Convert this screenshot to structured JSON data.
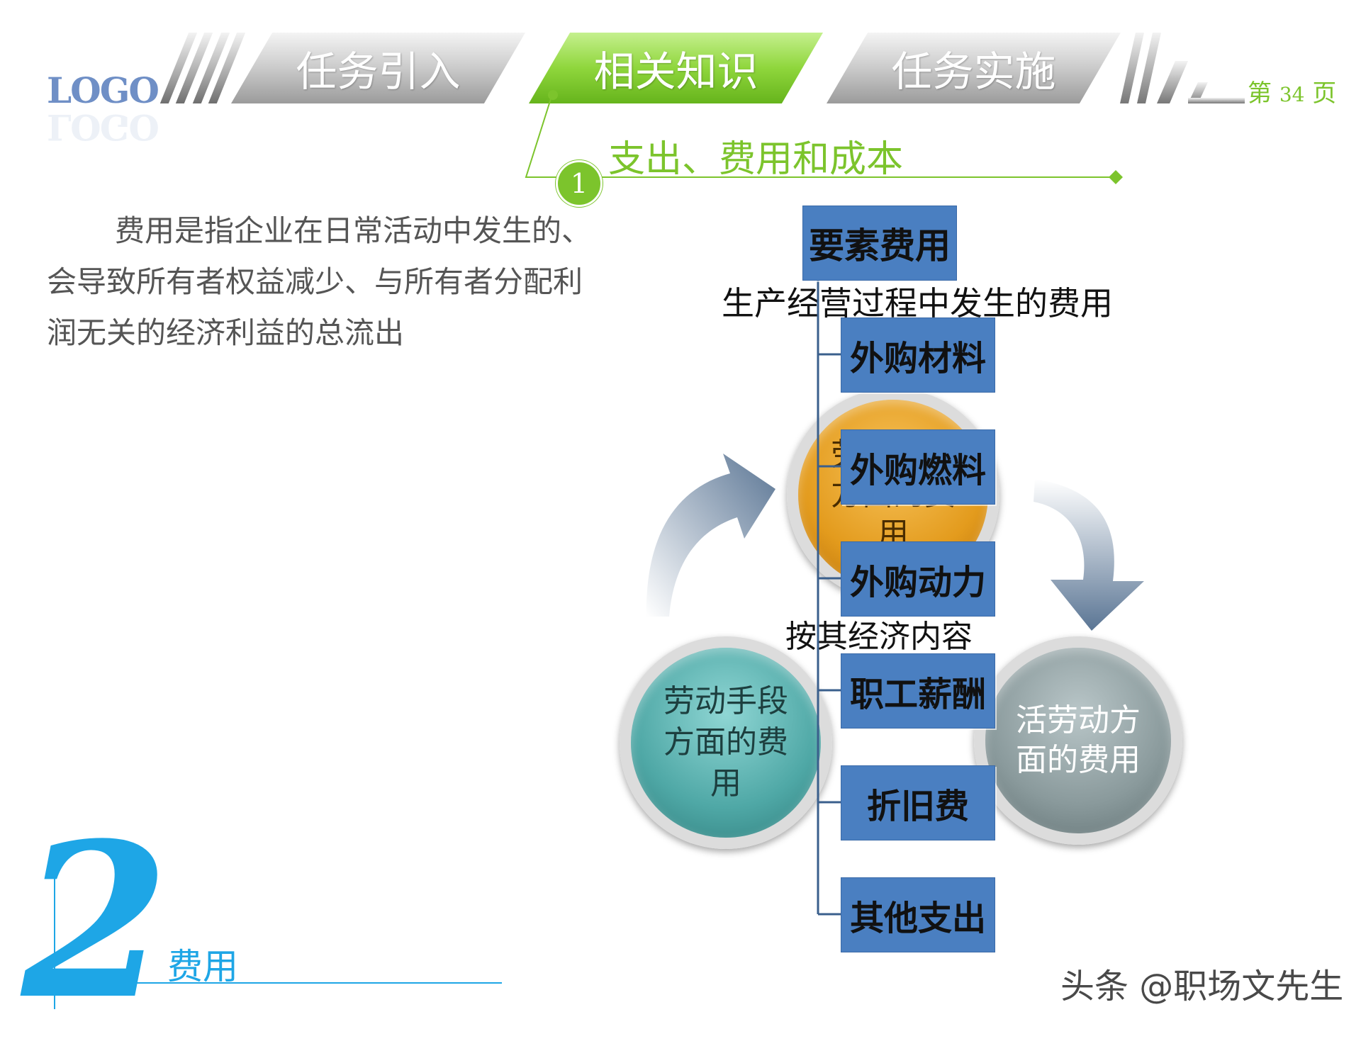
{
  "logo": {
    "text": "LOGO"
  },
  "tabs": [
    {
      "label": "任务引入",
      "active": false
    },
    {
      "label": "相关知识",
      "active": true
    },
    {
      "label": "任务实施",
      "active": false
    }
  ],
  "page_indicator": {
    "prefix": "第",
    "number": "34",
    "suffix": "页"
  },
  "section": {
    "number": "1",
    "title": "支出、费用和成本"
  },
  "paragraph": "费用是指企业在日常活动中发生的、会导致所有者权益减少、与所有者分配利润无关的经济利益的总流出",
  "diagram": {
    "caption_top": "生产经营过程中发生的费用",
    "caption_mid": "按其经济内容",
    "circles": {
      "top": "劳动对象方面的费用",
      "left": "劳动手段方面的费用",
      "right": "活劳动方面的费用"
    },
    "root": "要素费用",
    "children": [
      "外购材料",
      "外购燃料",
      "外购动力",
      "职工薪酬",
      "折旧费",
      "其他支出"
    ]
  },
  "footer": {
    "number": "2",
    "label": "费用"
  },
  "watermark": "头条 @职场文先生",
  "colors": {
    "green": "#7cc42c",
    "blue": "#1ea6e6",
    "box": "#4a7fc1"
  }
}
